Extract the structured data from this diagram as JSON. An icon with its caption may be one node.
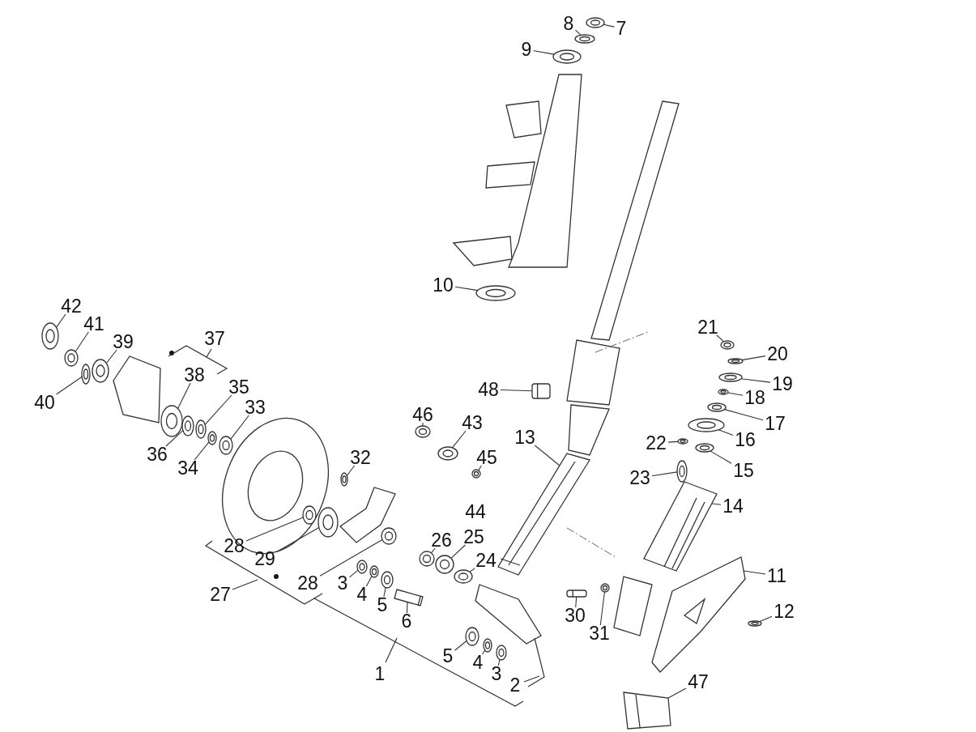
{
  "diagram": {
    "nodes": [
      {
        "text": [
          "7"
        ]
      },
      {
        "text": [
          "8"
        ]
      },
      {
        "text": [
          "9"
        ]
      },
      {
        "text": [
          "10"
        ]
      },
      {
        "text": [
          "42"
        ]
      },
      {
        "text": [
          "41"
        ]
      },
      {
        "text": [
          "39"
        ]
      },
      {
        "text": [
          "40"
        ]
      },
      {
        "text": [
          "38"
        ]
      },
      {
        "text": [
          "35"
        ]
      },
      {
        "text": [
          "33"
        ]
      },
      {
        "text": [
          "36"
        ]
      },
      {
        "text": [
          "34"
        ]
      },
      {
        "text": [
          "48"
        ]
      },
      {
        "text": [
          "21"
        ]
      },
      {
        "text": [
          "20"
        ]
      },
      {
        "text": [
          "19"
        ]
      },
      {
        "text": [
          "18"
        ]
      },
      {
        "text": [
          "17"
        ]
      },
      {
        "text": [
          "16"
        ]
      },
      {
        "text": [
          "15"
        ]
      },
      {
        "text": [
          "22"
        ]
      },
      {
        "text": [
          "23"
        ]
      },
      {
        "text": [
          "46"
        ]
      },
      {
        "text": [
          "43"
        ]
      },
      {
        "text": [
          "45"
        ]
      },
      {
        "text": [
          "13"
        ]
      },
      {
        "text": [
          "32"
        ]
      },
      {
        "text": [
          "14"
        ]
      },
      {
        "text": [
          "28"
        ]
      },
      {
        "text": [
          "29"
        ]
      },
      {
        "text": [
          "28"
        ]
      },
      {
        "text": [
          "26"
        ]
      },
      {
        "text": [
          "25"
        ]
      },
      {
        "text": [
          "24"
        ]
      },
      {
        "text": [
          "3"
        ]
      },
      {
        "text": [
          "4"
        ]
      },
      {
        "text": [
          "5"
        ]
      },
      {
        "text": [
          "6"
        ]
      },
      {
        "text": [
          "11"
        ]
      },
      {
        "text": [
          "12"
        ]
      },
      {
        "text": [
          "30"
        ]
      },
      {
        "text": [
          "31"
        ]
      },
      {
        "text": [
          "5"
        ]
      },
      {
        "text": [
          "4"
        ]
      },
      {
        "text": [
          "3"
        ]
      },
      {
        "text": [
          "47"
        ]
      },
      {
        "text": [],
        "shape": "circle"
      },
      {
        "text": [],
        "shape": "circle"
      },
      {
        "text": [],
        "shape": "circle"
      },
      {
        "text": [],
        "shape": "circle"
      },
      {
        "text": [],
        "shape": "circle"
      },
      {
        "text": [],
        "shape": "circle"
      },
      {
        "text": [],
        "shape": "circle"
      },
      {
        "text": [],
        "shape": "circle"
      },
      {
        "text": [],
        "shape": "circle"
      },
      {
        "text": [],
        "shape": "circle"
      },
      {
        "text": [],
        "shape": "circle"
      },
      {
        "text": [],
        "shape": "circle"
      },
      {
        "text": [],
        "shape": "circle"
      },
      {
        "text": [],
        "shape": "box"
      },
      {
        "text": [],
        "shape": "circle"
      },
      {
        "text": [],
        "shape": "circle"
      },
      {
        "text": [],
        "shape": "circle"
      },
      {
        "text": [],
        "shape": "circle"
      },
      {
        "text": [],
        "shape": "circle"
      },
      {
        "text": [],
        "shape": "circle"
      },
      {
        "text": [],
        "shape": "circle"
      },
      {
        "text": [],
        "shape": "circle"
      },
      {
        "text": [],
        "shape": "circle"
      },
      {
        "text": [],
        "shape": "circle"
      },
      {
        "text": [],
        "shape": "circle"
      },
      {
        "text": [],
        "shape": "circle"
      },
      {
        "text": [],
        "shape": "picture"
      },
      {
        "text": [],
        "shape": "circle"
      },
      {
        "text": [],
        "shape": "picture"
      },
      {
        "text": [],
        "shape": "circle"
      },
      {
        "text": [],
        "shape": "circle"
      },
      {
        "text": [],
        "shape": "circle"
      },
      {
        "text": [],
        "shape": "circle"
      },
      {
        "text": [],
        "shape": "circle"
      },
      {
        "text": [],
        "shape": "circle"
      },
      {
        "text": [],
        "shape": "circle"
      },
      {
        "text": [],
        "shape": "circle"
      },
      {
        "text": [],
        "shape": "circle"
      },
      {
        "text": [],
        "shape": "picture"
      },
      {
        "text": [],
        "shape": "picture"
      },
      {
        "text": [],
        "shape": "circle"
      },
      {
        "text": [],
        "shape": "box"
      },
      {
        "text": [],
        "shape": "circle"
      },
      {
        "text": [],
        "shape": "circle"
      },
      {
        "text": [],
        "shape": "circle"
      },
      {
        "text": [],
        "shape": "circle"
      },
      {
        "text": [],
        "shape": "picture"
      }
    ],
    "edges": [
      {
        "from": 0,
        "to": 47,
        "arrow": "none"
      },
      {
        "from": 1,
        "to": 48,
        "arrow": "none"
      },
      {
        "from": 2,
        "to": 49,
        "arrow": "none"
      },
      {
        "from": 3,
        "to": 50,
        "arrow": "none"
      },
      {
        "from": 4,
        "to": 51,
        "arrow": "none"
      },
      {
        "from": 5,
        "to": 52,
        "arrow": "none"
      },
      {
        "from": 6,
        "to": 53,
        "arrow": "none"
      },
      {
        "from": 7,
        "to": 54,
        "arrow": "none"
      },
      {
        "from": 8,
        "to": 55,
        "arrow": "none"
      },
      {
        "from": 9,
        "to": 56,
        "arrow": "none"
      },
      {
        "from": 10,
        "to": 57,
        "arrow": "none"
      },
      {
        "from": 11,
        "to": 58,
        "arrow": "none"
      },
      {
        "from": 12,
        "to": 59,
        "arrow": "none"
      },
      {
        "from": 13,
        "to": 60,
        "arrow": "none"
      },
      {
        "from": 14,
        "to": 61,
        "arrow": "none"
      },
      {
        "from": 15,
        "to": 62,
        "arrow": "none"
      },
      {
        "from": 16,
        "to": 63,
        "arrow": "none"
      },
      {
        "from": 17,
        "to": 64,
        "arrow": "none"
      },
      {
        "from": 18,
        "to": 65,
        "arrow": "none"
      },
      {
        "from": 19,
        "to": 66,
        "arrow": "none"
      },
      {
        "from": 20,
        "to": 67,
        "arrow": "none"
      },
      {
        "from": 21,
        "to": 68,
        "arrow": "none"
      },
      {
        "from": 22,
        "to": 69,
        "arrow": "none"
      },
      {
        "from": 23,
        "to": 70,
        "arrow": "none"
      },
      {
        "from": 24,
        "to": 71,
        "arrow": "none"
      },
      {
        "from": 25,
        "to": 72,
        "arrow": "none"
      },
      {
        "from": 26,
        "to": 73,
        "arrow": "none"
      },
      {
        "from": 27,
        "to": 74,
        "arrow": "none"
      },
      {
        "from": 28,
        "to": 75,
        "arrow": "none"
      },
      {
        "from": 29,
        "to": 76,
        "arrow": "none"
      },
      {
        "from": 30,
        "to": 77,
        "arrow": "none"
      },
      {
        "from": 31,
        "to": 78,
        "arrow": "none"
      },
      {
        "from": 32,
        "to": 79,
        "arrow": "none"
      },
      {
        "from": 33,
        "to": 80,
        "arrow": "none"
      },
      {
        "from": 34,
        "to": 81,
        "arrow": "none"
      },
      {
        "from": 35,
        "to": 82,
        "arrow": "none"
      },
      {
        "from": 36,
        "to": 83,
        "arrow": "none"
      },
      {
        "from": 37,
        "to": 84,
        "arrow": "none"
      },
      {
        "from": 38,
        "to": 85,
        "arrow": "none"
      },
      {
        "from": 39,
        "to": 86,
        "arrow": "none"
      },
      {
        "from": 40,
        "to": 87,
        "arrow": "none"
      },
      {
        "from": 41,
        "to": 88,
        "arrow": "none"
      },
      {
        "from": 42,
        "to": 89,
        "arrow": "none"
      },
      {
        "from": 43,
        "to": 90,
        "arrow": "none"
      },
      {
        "from": 44,
        "to": 91,
        "arrow": "none"
      },
      {
        "from": 45,
        "to": 92,
        "arrow": "none"
      },
      {
        "from": 46,
        "to": 93,
        "arrow": "none"
      }
    ],
    "labels": [
      "37",
      "44",
      "27",
      "1",
      "2"
    ]
  }
}
